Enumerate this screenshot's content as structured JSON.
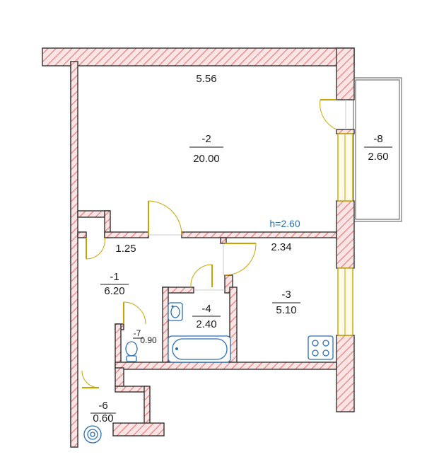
{
  "plan": {
    "ceiling_height": "h=2.60",
    "dimensions": {
      "top_width": "5.56",
      "hall_width": "1.25",
      "kitchen_width": "2.34"
    },
    "rooms": [
      {
        "id": "-2",
        "area": "20.00"
      },
      {
        "id": "-8",
        "area": "2.60"
      },
      {
        "id": "-1",
        "area": "6.20"
      },
      {
        "id": "-3",
        "area": "5.10"
      },
      {
        "id": "-4",
        "area": "2.40"
      },
      {
        "id": "-7",
        "area": "0.90"
      },
      {
        "id": "-6",
        "area": "0.60"
      }
    ],
    "colors": {
      "wall_hatch": "#e86b6b",
      "wall_fill": "#fbe4e4",
      "door": "#c9a400",
      "fixture": "#2a6fb5"
    }
  }
}
